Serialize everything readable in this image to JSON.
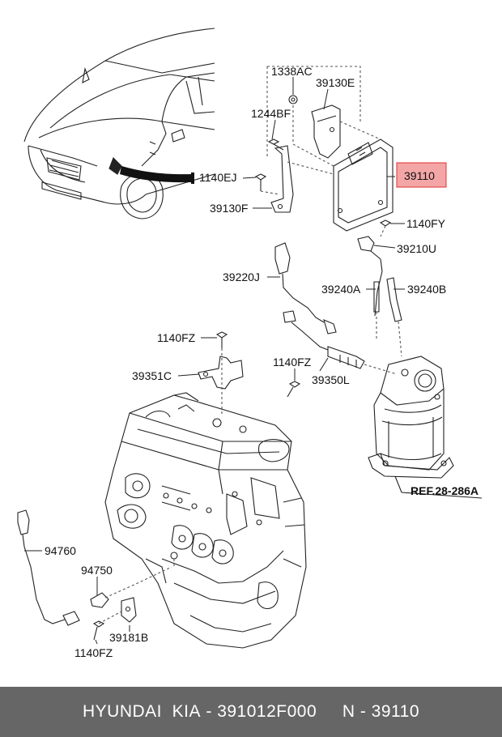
{
  "labels": {
    "p1338AC": "1338AC",
    "p39130E": "39130E",
    "p1244BF": "1244BF",
    "p1140EJ": "1140EJ",
    "p39110": "39110",
    "p39130F": "39130F",
    "p1140FY": "1140FY",
    "p39210U": "39210U",
    "p39220J": "39220J",
    "p39240A": "39240A",
    "p39240B": "39240B",
    "p1140FZ_top": "1140FZ",
    "p1140FZ_mid": "1140FZ",
    "p39351C": "39351C",
    "p39350L": "39350L",
    "ref": "REF.28-286A",
    "p94760": "94760",
    "p94750": "94750",
    "p39181B": "39181B",
    "p1140FZ_bot": "1140FZ"
  },
  "footer": {
    "brand": "HYUNDAI  KIA",
    "sep1": " - ",
    "part_number": "391012F000",
    "gap": "     ",
    "n_label": "N",
    "sep2": " - ",
    "n_value": "39110"
  },
  "colors": {
    "highlight": "#f4a6a6",
    "highlight_border": "#e03030",
    "footer_bg": "#666666",
    "footer_text": "#ffffff"
  }
}
